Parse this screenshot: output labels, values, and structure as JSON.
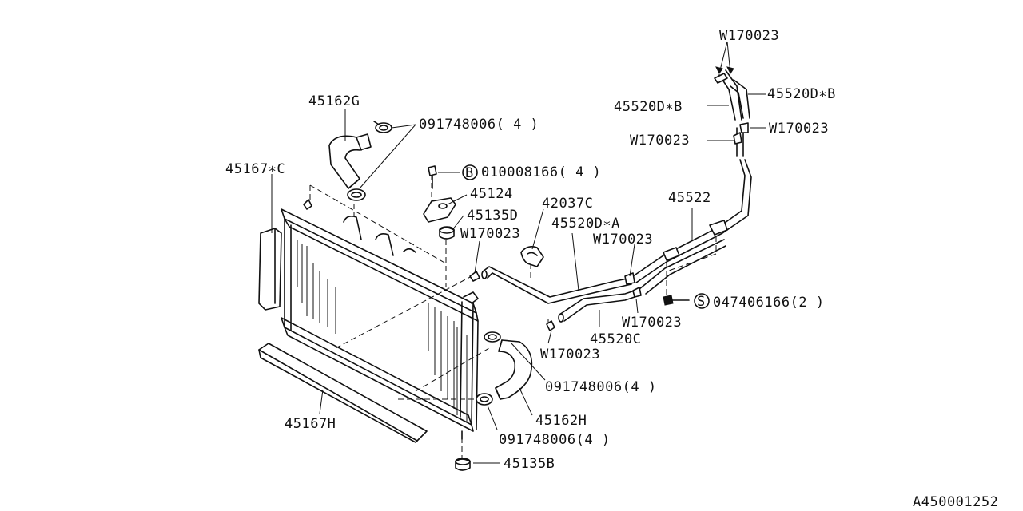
{
  "diagram": {
    "labels": {
      "hose_upper": "45162G",
      "clamp_upper": "091748006( 4 )",
      "radiator_seal": "45167∗C",
      "bolt_bracket": "010008166( 4 )",
      "bracket": "45124",
      "cushion_upper": "45135D",
      "clip_a": "W170023",
      "hose_clip": "42037C",
      "pipe_a": "45520D∗A",
      "clip_b": "W170023",
      "pipe_assy": "45522",
      "bolt_pipe": "047406166(2 )",
      "clip_c": "W170023",
      "pipe_c": "45520C",
      "clip_d": "W170023",
      "clamp_mid": "091748006(4 )",
      "hose_lower": "45162H",
      "clamp_lower": "091748006(4 )",
      "cushion_lower": "45135B",
      "seal_lower": "45167H",
      "clip_top": "W170023",
      "pipe_b_left": "45520D∗B",
      "pipe_b_right": "45520D∗B",
      "clip_e_right": "W170023",
      "clip_e_left": "W170023"
    },
    "symbols": {
      "bolt_b": "B",
      "bolt_s": "S"
    },
    "footer_code": "A450001252"
  }
}
